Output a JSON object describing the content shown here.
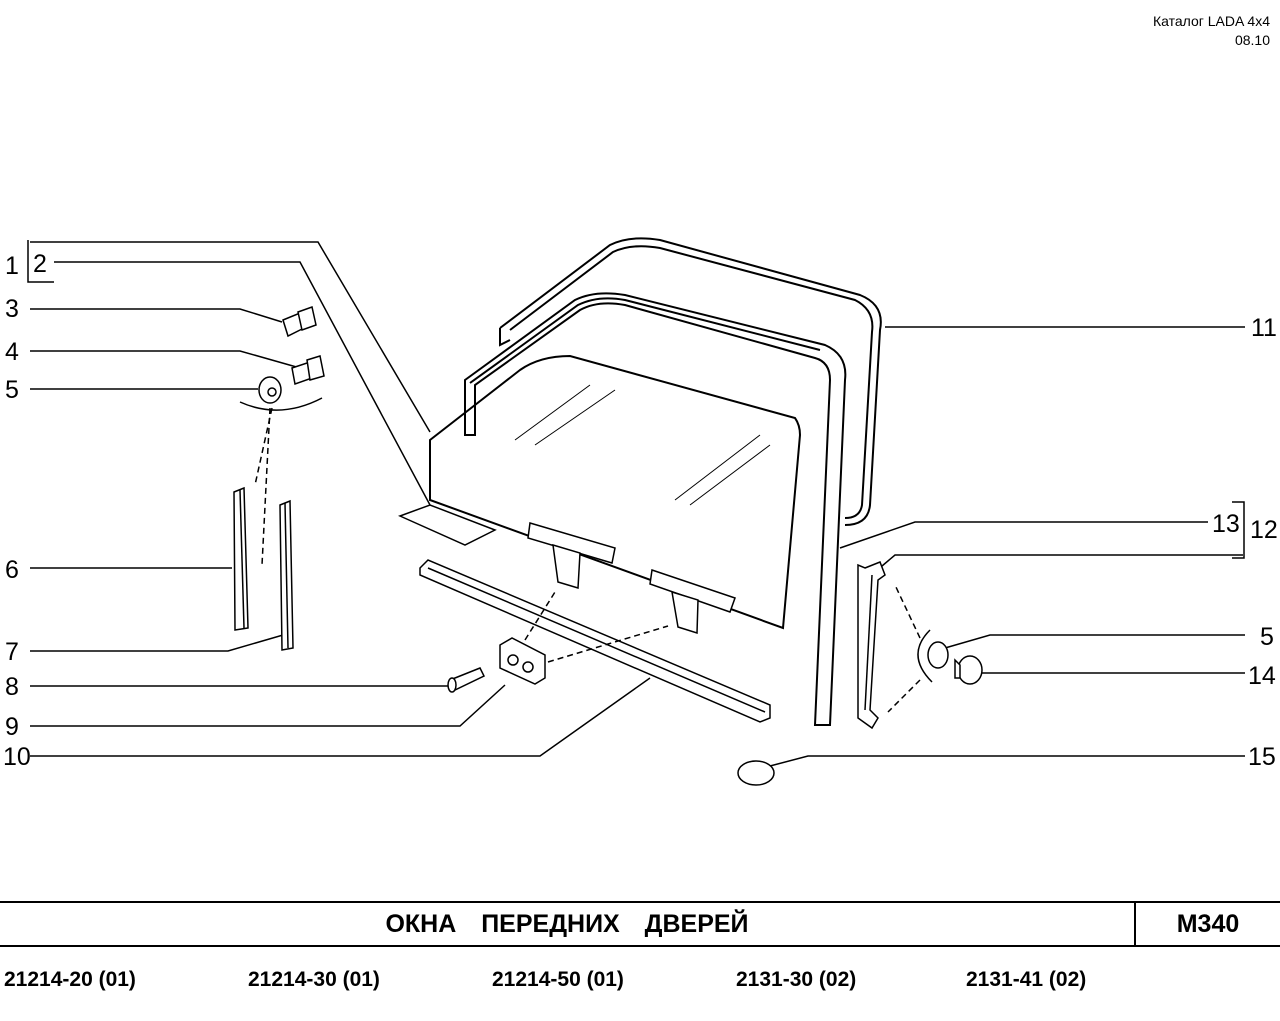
{
  "header": {
    "catalog": "Каталог  LADA  4x4",
    "date": "08.10"
  },
  "callouts": {
    "c1": "1",
    "c2": "2",
    "c3": "3",
    "c4": "4",
    "c5a": "5",
    "c6": "6",
    "c7": "7",
    "c8": "8",
    "c9": "9",
    "c10": "10",
    "c11": "11",
    "c12": "12",
    "c13": "13",
    "c5b": "5",
    "c14": "14",
    "c15": "15"
  },
  "footer": {
    "title": "ОКНА   ПЕРЕДНИХ   ДВЕРЕЙ",
    "code": "М340",
    "models": [
      "21214-20 (01)",
      "21214-30 (01)",
      "21214-50 (01)",
      "2131-30 (02)",
      "2131-41 (02)"
    ]
  }
}
